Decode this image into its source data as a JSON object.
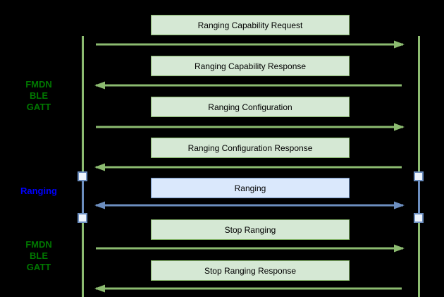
{
  "diagram": {
    "background_color": "#000000",
    "sections": [
      {
        "name": "fmdn-ble-gatt-top",
        "lines": [
          "FMDN",
          "BLE",
          "GATT"
        ],
        "color": "#007800"
      },
      {
        "name": "ranging",
        "lines": [
          "Ranging"
        ],
        "color": "#0000ff"
      },
      {
        "name": "fmdn-ble-gatt-bottom",
        "lines": [
          "FMDN",
          "BLE",
          "GATT"
        ],
        "color": "#007800"
      }
    ],
    "messages": [
      {
        "label": "Ranging Capability Request",
        "direction": "right",
        "style": "green"
      },
      {
        "label": "Ranging Capability Response",
        "direction": "left",
        "style": "green"
      },
      {
        "label": "Ranging Configuration",
        "direction": "right",
        "style": "green"
      },
      {
        "label": "Ranging Configuration Response",
        "direction": "left",
        "style": "green"
      },
      {
        "label": "Ranging",
        "direction": "both",
        "style": "blue"
      },
      {
        "label": "Stop Ranging",
        "direction": "right",
        "style": "green"
      },
      {
        "label": "Stop Ranging Response",
        "direction": "left",
        "style": "green"
      }
    ],
    "lifelines": {
      "left": {
        "activation_markers": 2
      },
      "right": {
        "activation_markers": 2
      }
    },
    "colors": {
      "green_box_fill": "#d5e8d4",
      "green_box_border": "#82b366",
      "green_line": "#8cbb70",
      "blue_box_fill": "#dae8fc",
      "blue_box_border": "#6c8ebf",
      "blue_line": "#6c8ebf",
      "activation_fill": "#eef4fc",
      "label_green": "#007800",
      "label_blue": "#0000ff",
      "box_text": "#000000"
    }
  }
}
